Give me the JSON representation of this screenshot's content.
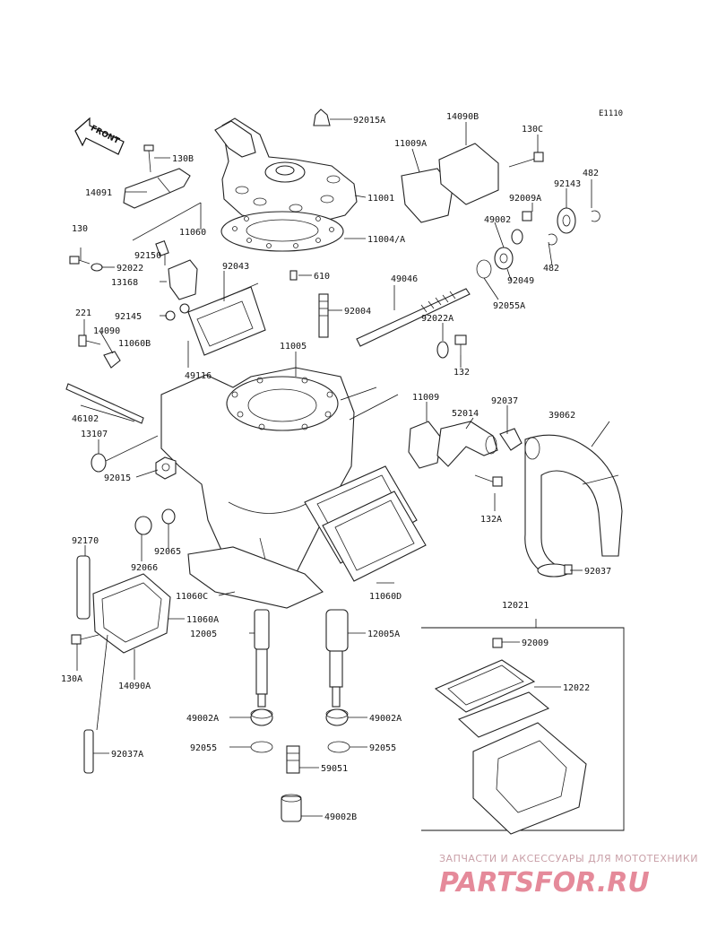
{
  "figure_code": "E1110",
  "front_arrow_label": "FRONT",
  "callouts": [
    "92015A",
    "14090B",
    "11009A",
    "130C",
    "130B",
    "14091",
    "11001",
    "11060",
    "11004/A",
    "482",
    "92143",
    "92009A",
    "49002",
    "130",
    "92150",
    "92022",
    "13168",
    "92043",
    "610",
    "49046",
    "92049",
    "482",
    "92055A",
    "221",
    "92145",
    "92004",
    "14090",
    "11060B",
    "92022A",
    "11005",
    "132",
    "49116",
    "46102",
    "11009",
    "92037",
    "52014",
    "39062",
    "13107",
    "92015",
    "132A",
    "92066",
    "92065",
    "92170",
    "11060C",
    "11060D",
    "11060A",
    "130A",
    "14090A",
    "12005",
    "12005A",
    "12021",
    "92009",
    "12022",
    "49002A",
    "49002A",
    "92055",
    "92055",
    "59051",
    "92037A",
    "49002B",
    "92037"
  ],
  "watermark": {
    "line1": "ЗАПЧАСТИ И АКСЕССУАРЫ ДЛЯ МОТОТЕХНИКИ",
    "line2": "PARTSFOR.RU"
  }
}
